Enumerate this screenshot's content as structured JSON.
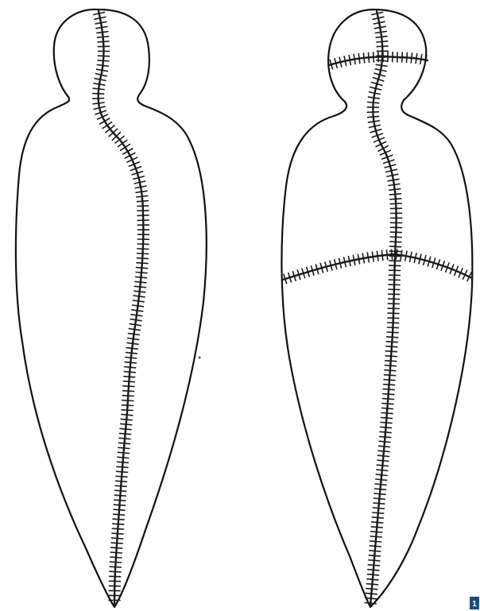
{
  "figure": {
    "panels": [
      {
        "name": "left-shroud",
        "seams": [
          "longitudinal"
        ]
      },
      {
        "name": "right-shroud",
        "seams": [
          "longitudinal",
          "neck",
          "transverse"
        ]
      }
    ],
    "badge": {
      "label": "1"
    },
    "colors": {
      "line": "#111111",
      "badge": "#1f4e79"
    }
  }
}
